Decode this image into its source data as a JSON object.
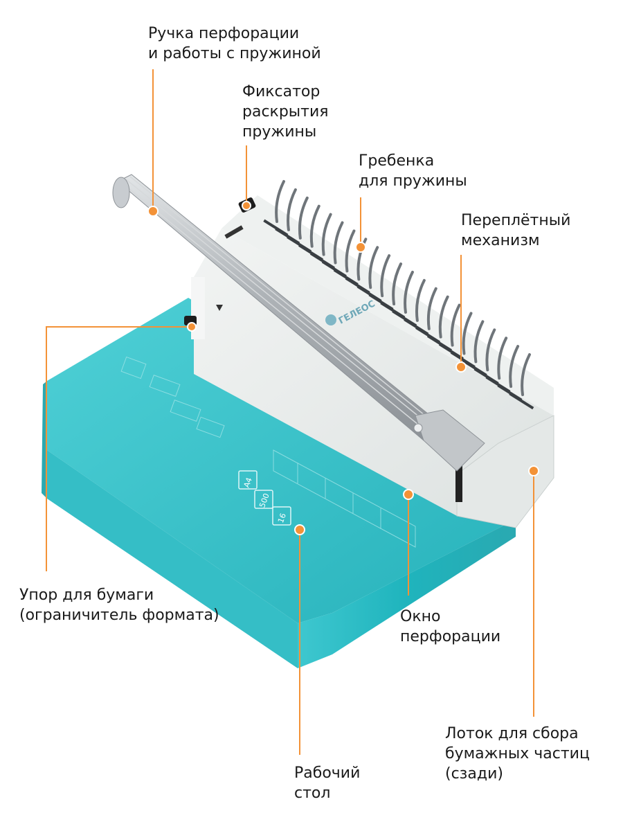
{
  "colors": {
    "accent": "#F39237",
    "tray": "#2DB8C0",
    "body": "#E8ECEB",
    "handle": "#B9BDC0"
  },
  "brand": "ГЕЛЕОС",
  "tray_marks": {
    "size": "A4",
    "sheets": "500",
    "comb": "16"
  },
  "labels": [
    {
      "id": "handle",
      "lines": [
        "Ручка перфорации",
        "и работы с пружиной"
      ]
    },
    {
      "id": "spring-lock",
      "lines": [
        "Фиксатор",
        "раскрытия",
        "пружины"
      ]
    },
    {
      "id": "comb",
      "lines": [
        "Гребенка",
        "для пружины"
      ]
    },
    {
      "id": "binding-mechanism",
      "lines": [
        "Переплётный",
        "механизм"
      ]
    },
    {
      "id": "paper-stop",
      "lines": [
        "Упор для бумаги",
        "(ограничитель формата)"
      ]
    },
    {
      "id": "punch-window",
      "lines": [
        "Окно",
        "перфорации"
      ]
    },
    {
      "id": "waste-tray",
      "lines": [
        "Лоток для сбора",
        "бумажных частиц",
        "(сзади)"
      ]
    },
    {
      "id": "work-table",
      "lines": [
        "Рабочий",
        "стол"
      ]
    }
  ]
}
